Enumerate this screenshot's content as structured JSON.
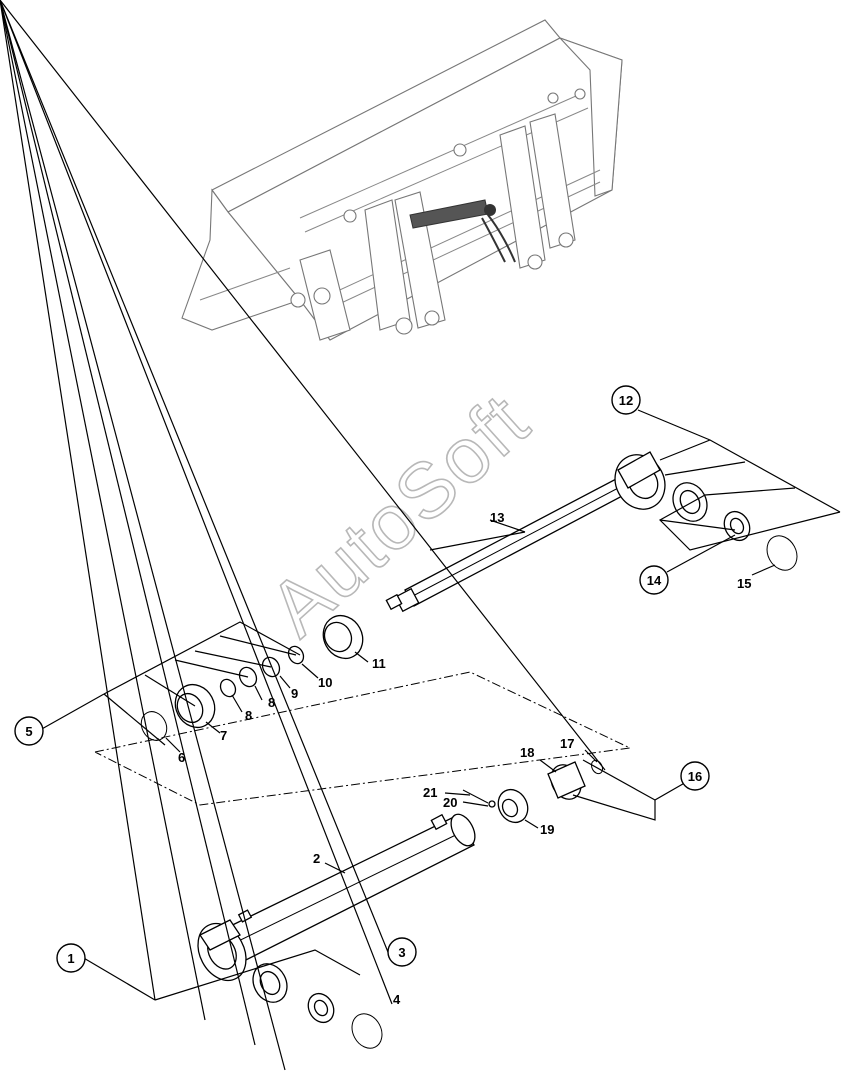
{
  "watermark": "AutoSoft",
  "callouts": {
    "c1": "1",
    "c2": "2",
    "c3": "3",
    "c4": "4",
    "c5": "5",
    "c6": "6",
    "c7": "7",
    "c8a": "8",
    "c8b": "8",
    "c9": "9",
    "c10": "10",
    "c11": "11",
    "c12": "12",
    "c13": "13",
    "c14": "14",
    "c15": "15",
    "c16": "16",
    "c17": "17",
    "c18": "18",
    "c19": "19",
    "c20": "20",
    "c21": "21"
  }
}
